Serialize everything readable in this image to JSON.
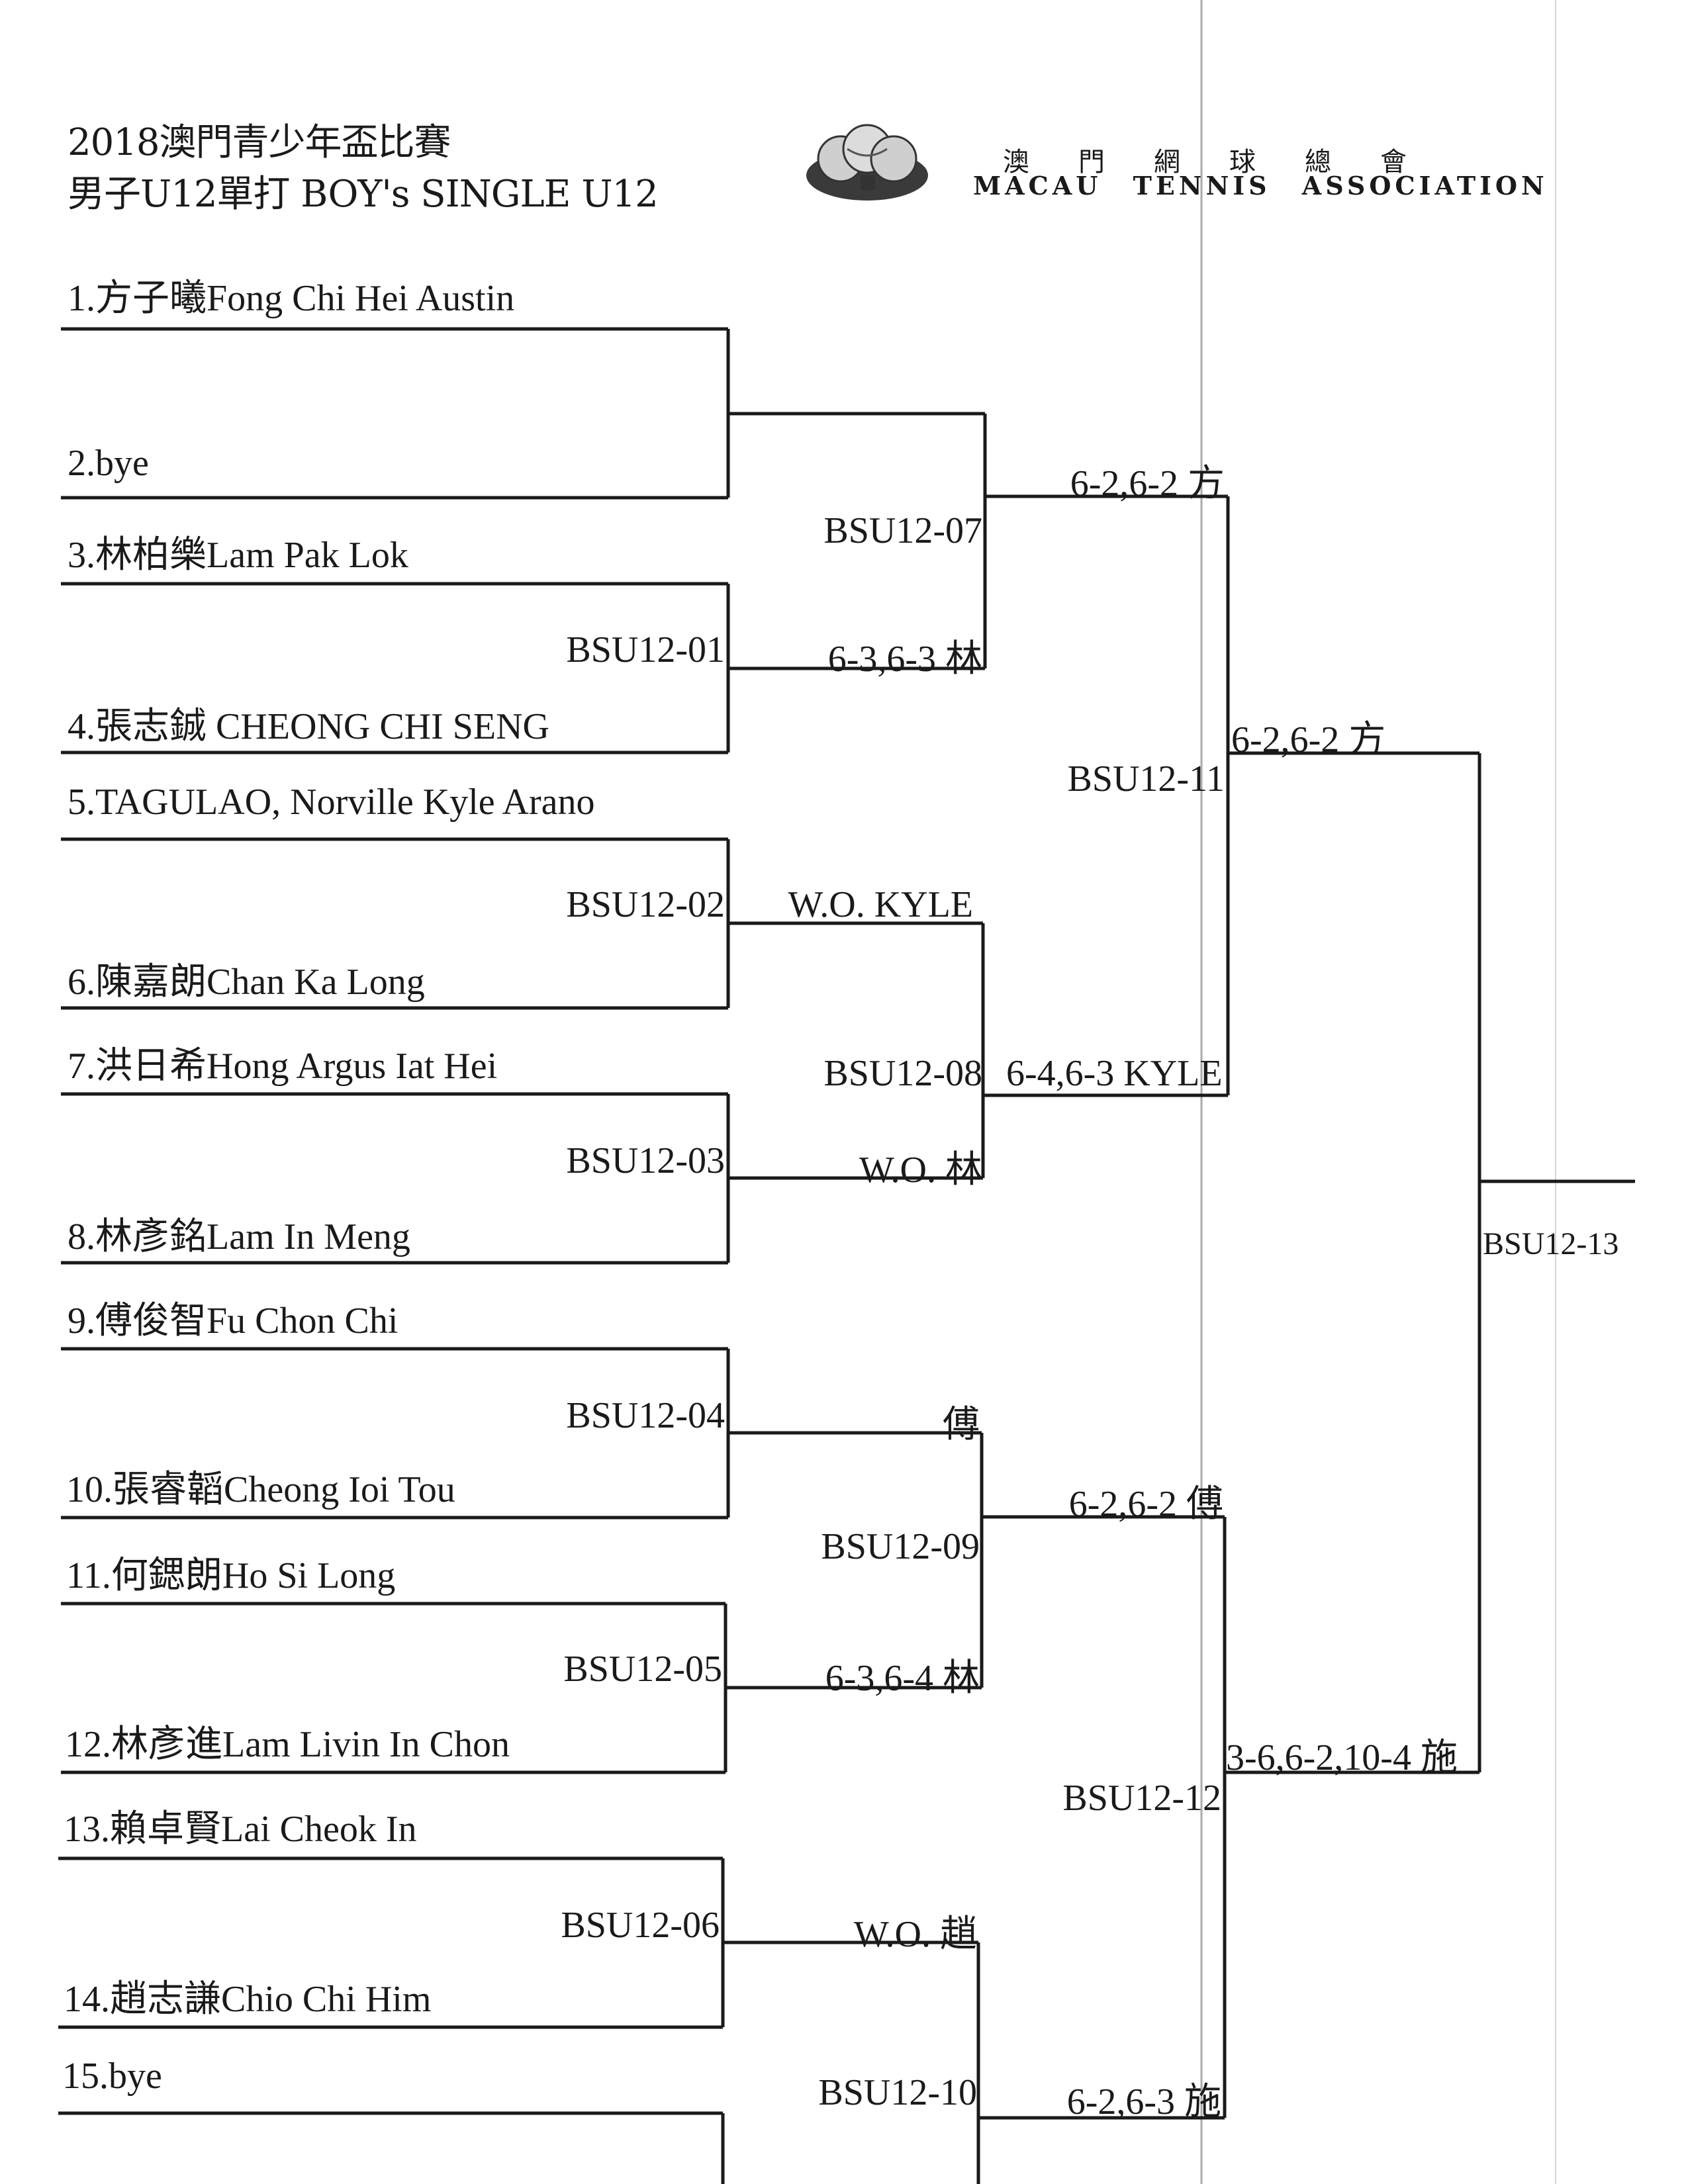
{
  "header": {
    "title_line1": "2018澳門青少年盃比賽",
    "title_line2": "男子U12單打 BOY's SINGLE U12",
    "assoc_zh": "澳門網球總會",
    "assoc_en": "MACAU TENNIS ASSOCIATION",
    "logo_icon": "tennis-balls-logo-icon"
  },
  "players": [
    "1.方子曦Fong Chi Hei Austin",
    "2.bye",
    "3.林柏樂Lam Pak Lok",
    "4.張志鋮 CHEONG CHI SENG",
    "5.TAGULAO, Norville Kyle Arano",
    "6.陳嘉朗Chan Ka Long",
    "7.洪日希Hong Argus Iat Hei",
    "8.林彥銘Lam In Meng",
    "9.傅俊智Fu Chon Chi",
    "10.張睿韜Cheong Ioi Tou",
    "11.何鍶朗Ho Si Long",
    "12.林彥進Lam Livin In Chon",
    "13.賴卓賢Lai Cheok In",
    "14.趙志謙Chio Chi Him",
    "15.bye"
  ],
  "round1": [
    {
      "code": "BSU12-01",
      "result": "6-3,6-3 林"
    },
    {
      "code": "BSU12-02",
      "result": "W.O. KYLE"
    },
    {
      "code": "BSU12-03",
      "result": "W.O. 林"
    },
    {
      "code": "BSU12-04",
      "result": "傅"
    },
    {
      "code": "BSU12-05",
      "result": "6-3,6-4 林"
    },
    {
      "code": "BSU12-06",
      "result": "W.O. 趙"
    }
  ],
  "round2": [
    {
      "code": "BSU12-07",
      "result": "6-2,6-2 方"
    },
    {
      "code": "BSU12-08",
      "result": "6-4,6-3 KYLE"
    },
    {
      "code": "BSU12-09",
      "result": "6-2,6-2 傅"
    },
    {
      "code": "BSU12-10",
      "result": "6-2,6-3 施"
    }
  ],
  "round3": [
    {
      "code": "BSU12-11",
      "result": "6-2,6-2 方"
    },
    {
      "code": "BSU12-12",
      "result": "3-6,6-2,10-4 施"
    }
  ],
  "final": {
    "code": "BSU12-13"
  }
}
